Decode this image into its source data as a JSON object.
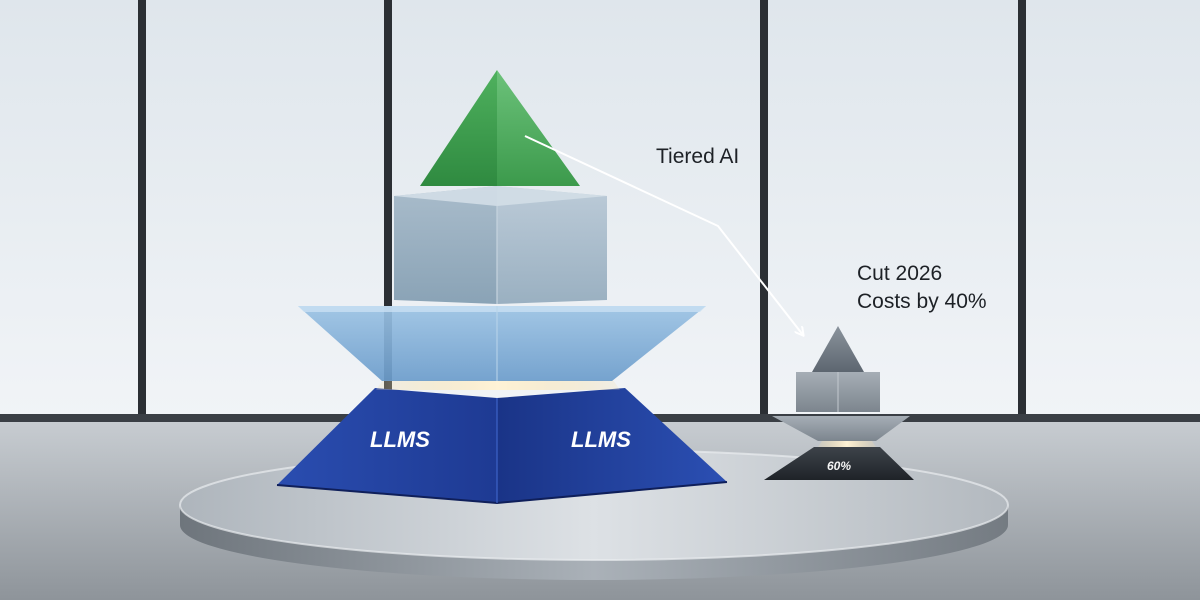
{
  "annotations": {
    "tiered_label": "Tiered AI",
    "cost_line_1": "Cut 2026",
    "cost_line_2": "Costs by 40%"
  },
  "large_pyramid": {
    "left_face_label": "LLMS",
    "right_face_label": "LLMS"
  },
  "small_pyramid": {
    "base_label": "60%"
  },
  "colors": {
    "tier_top": "#3e9a4d",
    "tier_middle": "#9fb6c8",
    "tier_wide": "#8db7dc",
    "tier_base": "#1f3f9a",
    "small_pyramid": "#6f7a86",
    "accent_glow": "#f2d39a",
    "wall": "#e8eef3",
    "floor": "#a9afb5",
    "platform": "#c4cad0"
  }
}
